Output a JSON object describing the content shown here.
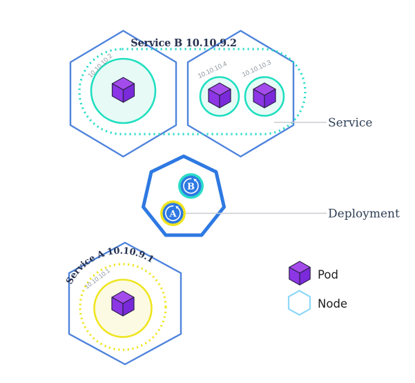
{
  "diagram": {
    "service_b": {
      "title": "Service B 10.10.9.2",
      "node_left": {
        "pod_ip": "10.10.10.2"
      },
      "node_right": {
        "pod_left_ip": "10.10.10.4",
        "pod_right_ip": "10.10.10.3"
      }
    },
    "deployment": {
      "badge_b": "B",
      "badge_a": "A"
    },
    "service_a": {
      "title": "Service A  10.10.9.1",
      "pod_ip": "10.10.10.1"
    },
    "callouts": {
      "service": "Service",
      "deployment": "Deployment"
    }
  },
  "legend": {
    "items": [
      {
        "icon": "pod-cube-icon",
        "label": "Pod"
      },
      {
        "icon": "node-hexagon-icon",
        "label": "Node"
      }
    ]
  },
  "colors": {
    "pod_top": "#A44CEB",
    "pod_left": "#8C36E6",
    "pod_right": "#7A2ADA",
    "pod_edge": "#2B2147",
    "node_blue": "#4E83DC",
    "deployment_blue": "#2E79E2",
    "service_teal": "#2BDCC9",
    "pod_ring_teal": "#1FDFC0",
    "pod_ring_fill": "#E7FAF6",
    "service_yellow": "#EFE51F",
    "service_yellow_fill": "#FCFAE3",
    "connector_gray": "#C9CCD1",
    "label_navy": "#2E3E55",
    "title_navy": "#26314F",
    "ip_gray": "#8C95A0",
    "legend_node_blue": "#8ED8F8",
    "legend_text": "#1C1C1C"
  }
}
